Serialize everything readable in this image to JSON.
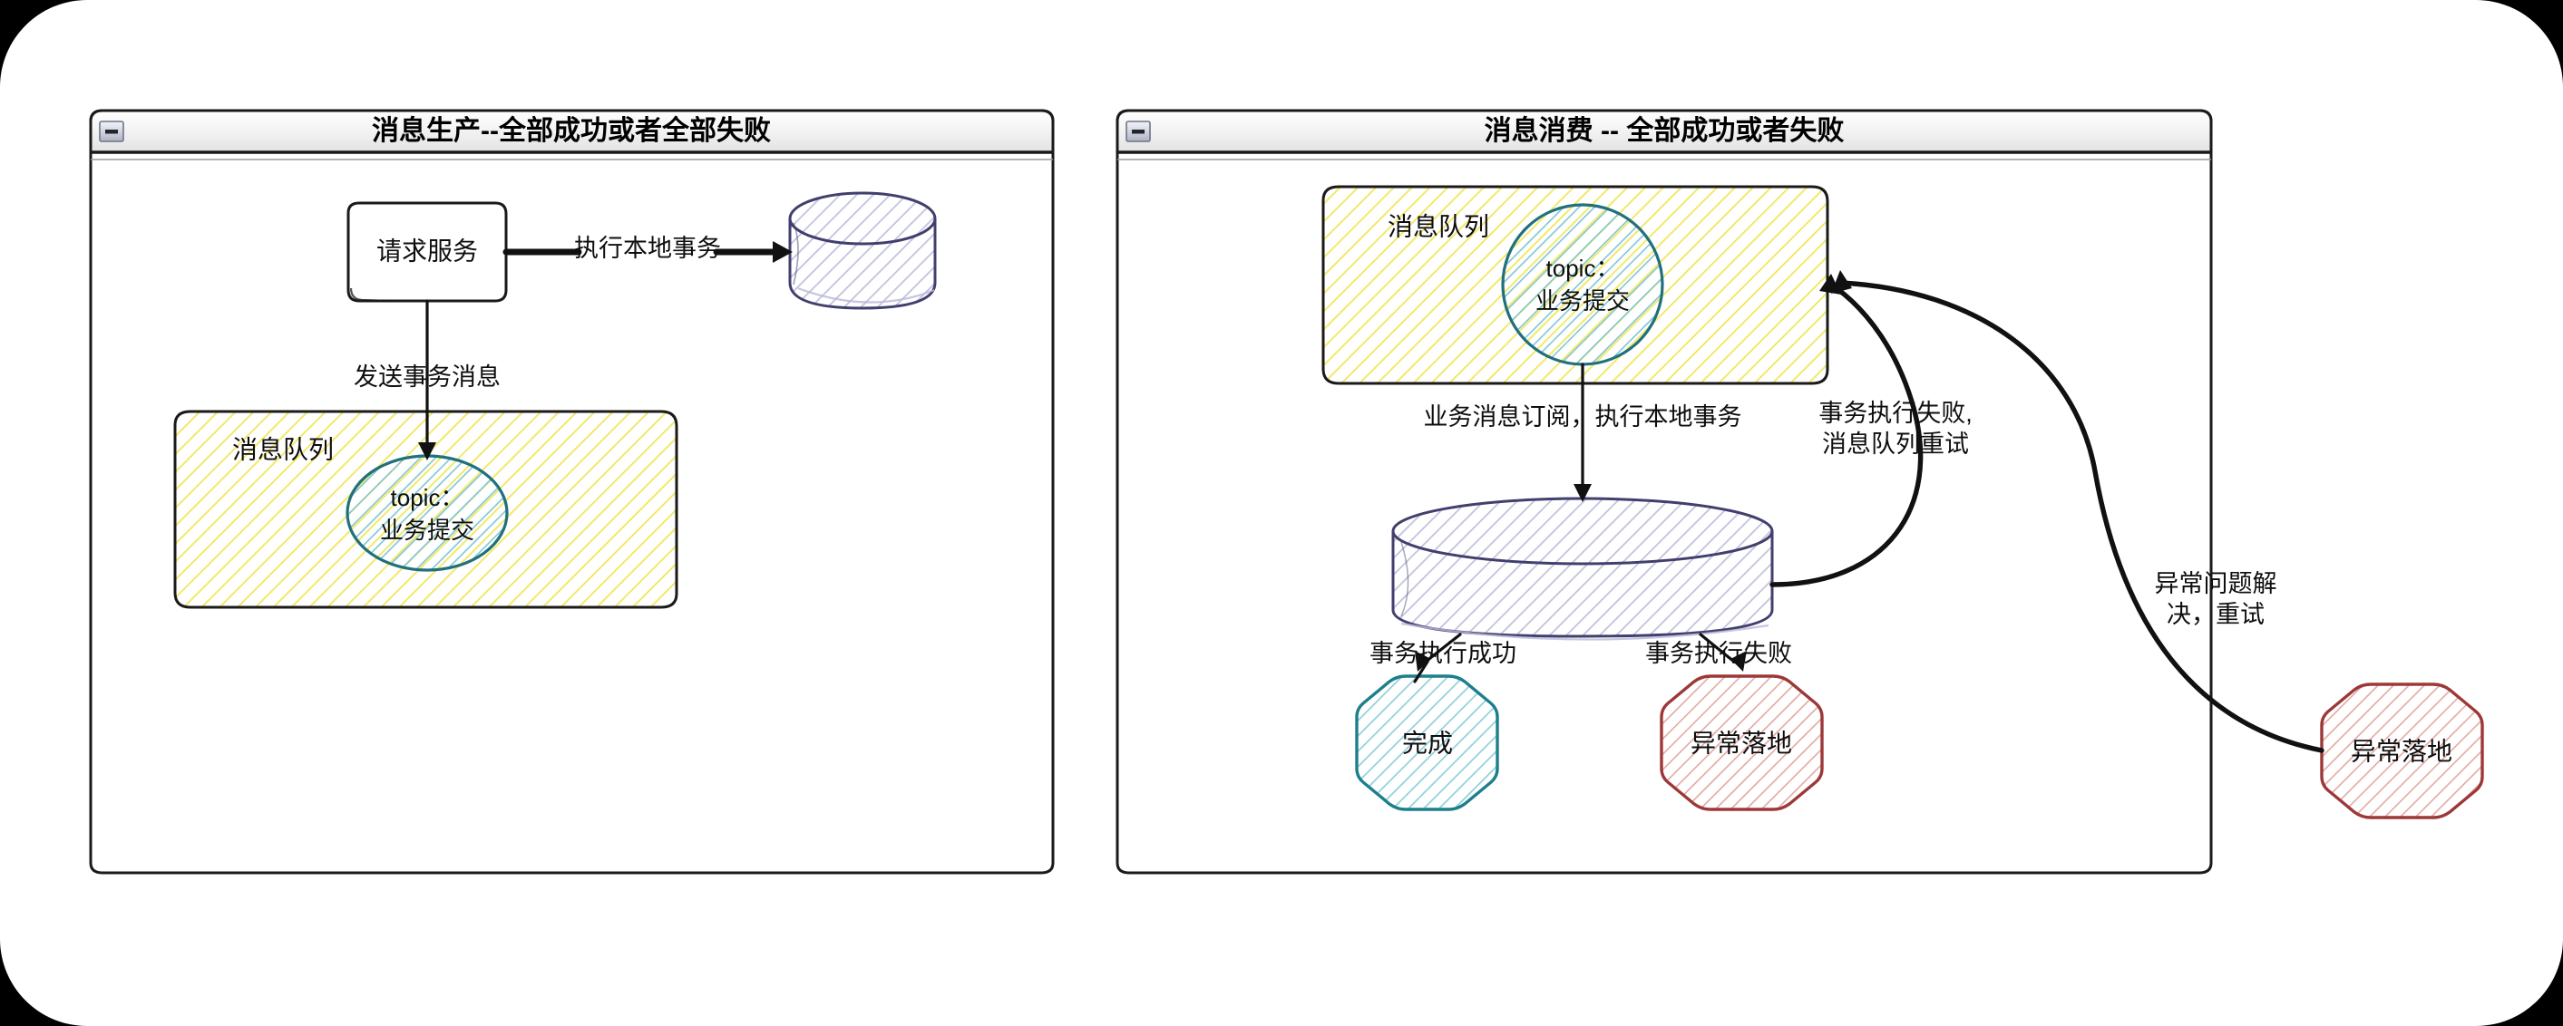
{
  "canvas": {
    "background": "#000000",
    "sheet_color": "#ffffff"
  },
  "windows": [
    {
      "id": "producer",
      "title": "消息生产--全部成功或者全部失败",
      "titlebar_icon": "minimize-icon"
    },
    {
      "id": "consumer",
      "title": "消息消费 -- 全部成功或者失败",
      "titlebar_icon": "minimize-icon"
    }
  ],
  "producer": {
    "nodes": {
      "request_service": "请求服务",
      "database": "",
      "queue_group": "消息队列",
      "topic_line1": "topic：",
      "topic_line2": "业务提交"
    },
    "edges": {
      "local_transaction": "执行本地事务",
      "send_tx_message": "发送事务消息"
    }
  },
  "consumer": {
    "nodes": {
      "queue_group": "消息队列",
      "topic_line1": "topic：",
      "topic_line2": "业务提交",
      "database": "",
      "success": "完成",
      "failure": "异常落地",
      "external_failure": "异常落地"
    },
    "edges": {
      "subscribe": "业务消息订阅，执行本地事务",
      "retry_line1": "事务执行失败,",
      "retry_line2": "消息队列重试",
      "tx_success": "事务执行成功",
      "tx_failure": "事务执行失败",
      "resolved_line1": "异常问题解",
      "resolved_line2": "决，重试"
    }
  },
  "colors": {
    "queue_fill_hatch": "#f2e96b",
    "queue_stroke": "#1a1a1a",
    "topic_stroke": "#21707d",
    "topic_hatch": "#7fc6d4",
    "db_stroke": "#413f6e",
    "db_hatch": "#b9b8d8",
    "success_stroke": "#1d7f8c",
    "success_hatch": "#8fd0da",
    "failure_stroke": "#9d3838",
    "failure_hatch": "#e2a9a3",
    "edge": "#111111",
    "window_stroke": "#1a1a1a"
  }
}
